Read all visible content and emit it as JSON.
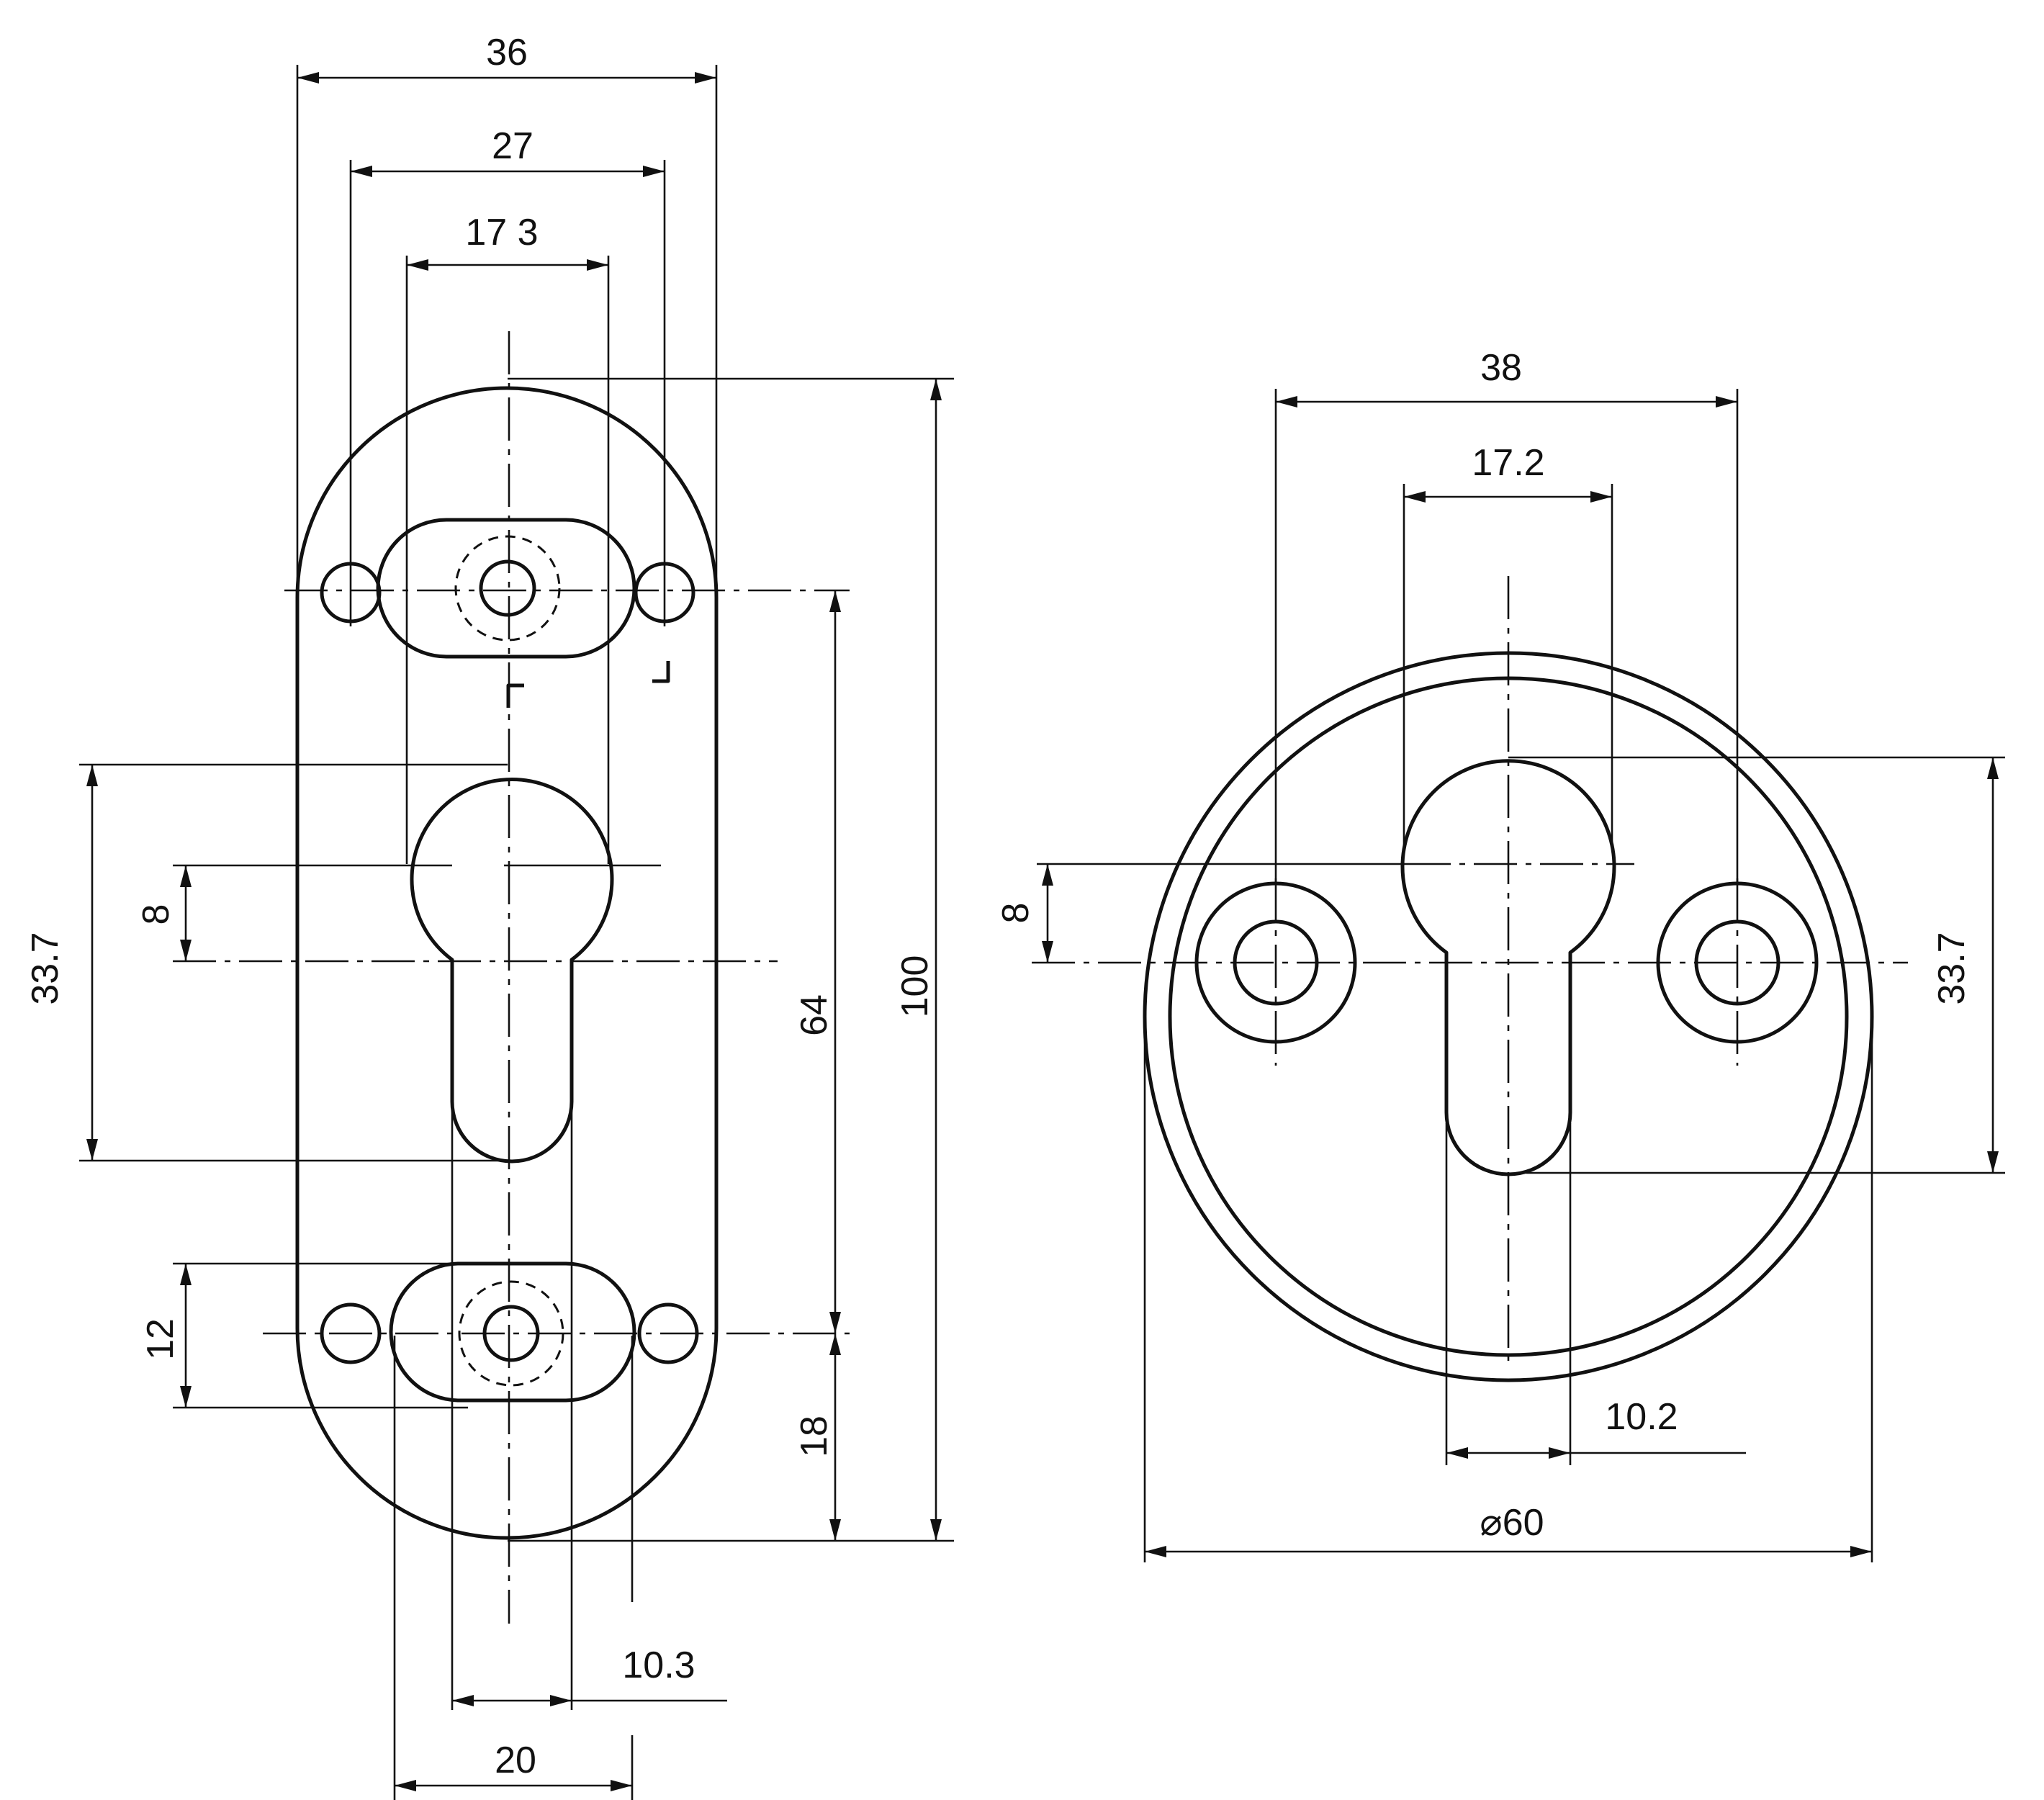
{
  "left_view": {
    "dims": {
      "width_overall": "36",
      "hole_spacing": "27",
      "slot_width": "17 3",
      "total_height": "100",
      "hole_distance": "64",
      "bottom_offset": "18",
      "cylinder_length": "33.7",
      "cam_offset": "8",
      "slot_height": "12",
      "bit_width": "10.3",
      "slot_length": "20"
    }
  },
  "right_view": {
    "dims": {
      "hole_spacing": "38",
      "slot_width": "17.2",
      "cylinder_length": "33.7",
      "cam_offset": "8",
      "bit_width": "10.2",
      "diameter": "⌀60"
    }
  }
}
